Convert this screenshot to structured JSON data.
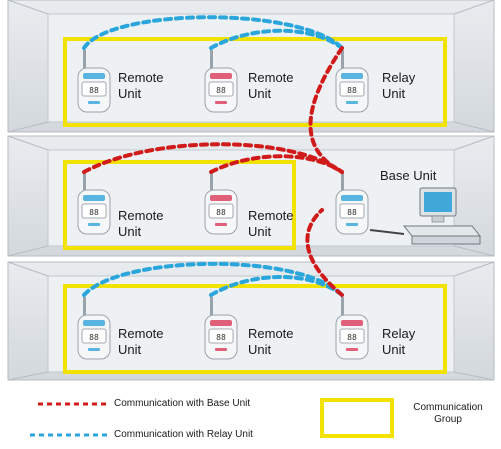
{
  "colors": {
    "base_link": "#d11a1a",
    "relay_link": "#2aa6dc",
    "group_frame": "#f2e200",
    "wall": "#dfe3e7",
    "floor_back": "#c9ced4"
  },
  "units": {
    "top_remote_1": {
      "line1": "Remote",
      "line2": "Unit",
      "tint": "#5ab4e0",
      "icon": "remote-unit-icon"
    },
    "top_remote_2": {
      "line1": "Remote",
      "line2": "Unit",
      "tint": "#e0607a",
      "icon": "remote-unit-icon"
    },
    "top_relay": {
      "line1": "Relay",
      "line2": "Unit",
      "tint": "#5ab4e0",
      "icon": "relay-unit-icon"
    },
    "mid_remote_1": {
      "line1": "Remote",
      "line2": "Unit",
      "tint": "#5ab4e0",
      "icon": "remote-unit-icon"
    },
    "mid_remote_2": {
      "line1": "Remote",
      "line2": "Unit",
      "tint": "#e0607a",
      "icon": "remote-unit-icon"
    },
    "base": {
      "line1": "Base Unit",
      "tint": "#5ab4e0",
      "icon": "base-unit-icon"
    },
    "bot_remote_1": {
      "line1": "Remote",
      "line2": "Unit",
      "tint": "#5ab4e0",
      "icon": "remote-unit-icon"
    },
    "bot_remote_2": {
      "line1": "Remote",
      "line2": "Unit",
      "tint": "#e0607a",
      "icon": "remote-unit-icon"
    },
    "bot_relay": {
      "line1": "Relay",
      "line2": "Unit",
      "tint": "#e0607a",
      "icon": "relay-unit-icon"
    }
  },
  "computer": {
    "icon": "computer-icon"
  },
  "legend": {
    "base_link_label": "Communication with Base Unit",
    "relay_link_label": "Communication with Relay Unit",
    "group_label_line1": "Communication",
    "group_label_line2": "Group"
  }
}
